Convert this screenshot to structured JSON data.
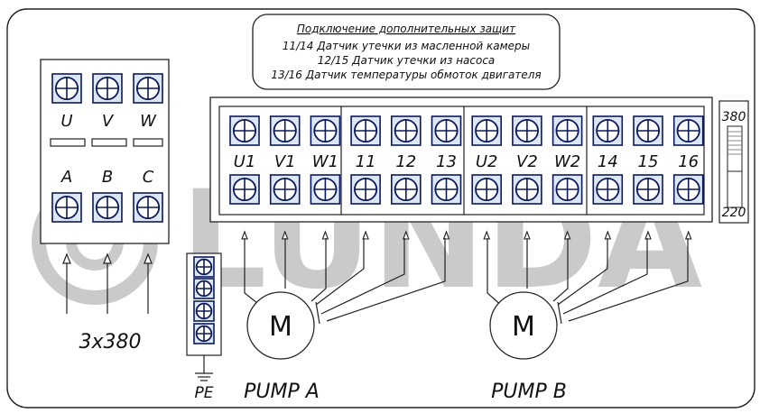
{
  "notes": {
    "title": "Подключение дополнительных защит",
    "lines": [
      "11/14 Датчик утечки из масленной камеры",
      "12/15 Датчик утечки из насоса",
      "13/16 Датчик температуры обмоток двигателя"
    ]
  },
  "supply_block": {
    "top_labels": [
      "U",
      "V",
      "W"
    ],
    "bottom_labels": [
      "A",
      "B",
      "C"
    ],
    "supply_label": "3x380"
  },
  "terminal_strip": {
    "labels": [
      "U1",
      "V1",
      "W1",
      "11",
      "12",
      "13",
      "U2",
      "V2",
      "W2",
      "14",
      "15",
      "16"
    ]
  },
  "voltage_switch": {
    "top": "380",
    "bottom": "220"
  },
  "ground": {
    "label": "PE"
  },
  "motors": [
    {
      "symbol": "M",
      "label": "PUMP A"
    },
    {
      "symbol": "M",
      "label": "PUMP B"
    }
  ],
  "watermark": "LUNDA",
  "colors": {
    "terminal_fill": "#dde6f5",
    "terminal_stroke": "#0b1a5c",
    "line": "#111111",
    "watermark": "#8c8c8c"
  }
}
